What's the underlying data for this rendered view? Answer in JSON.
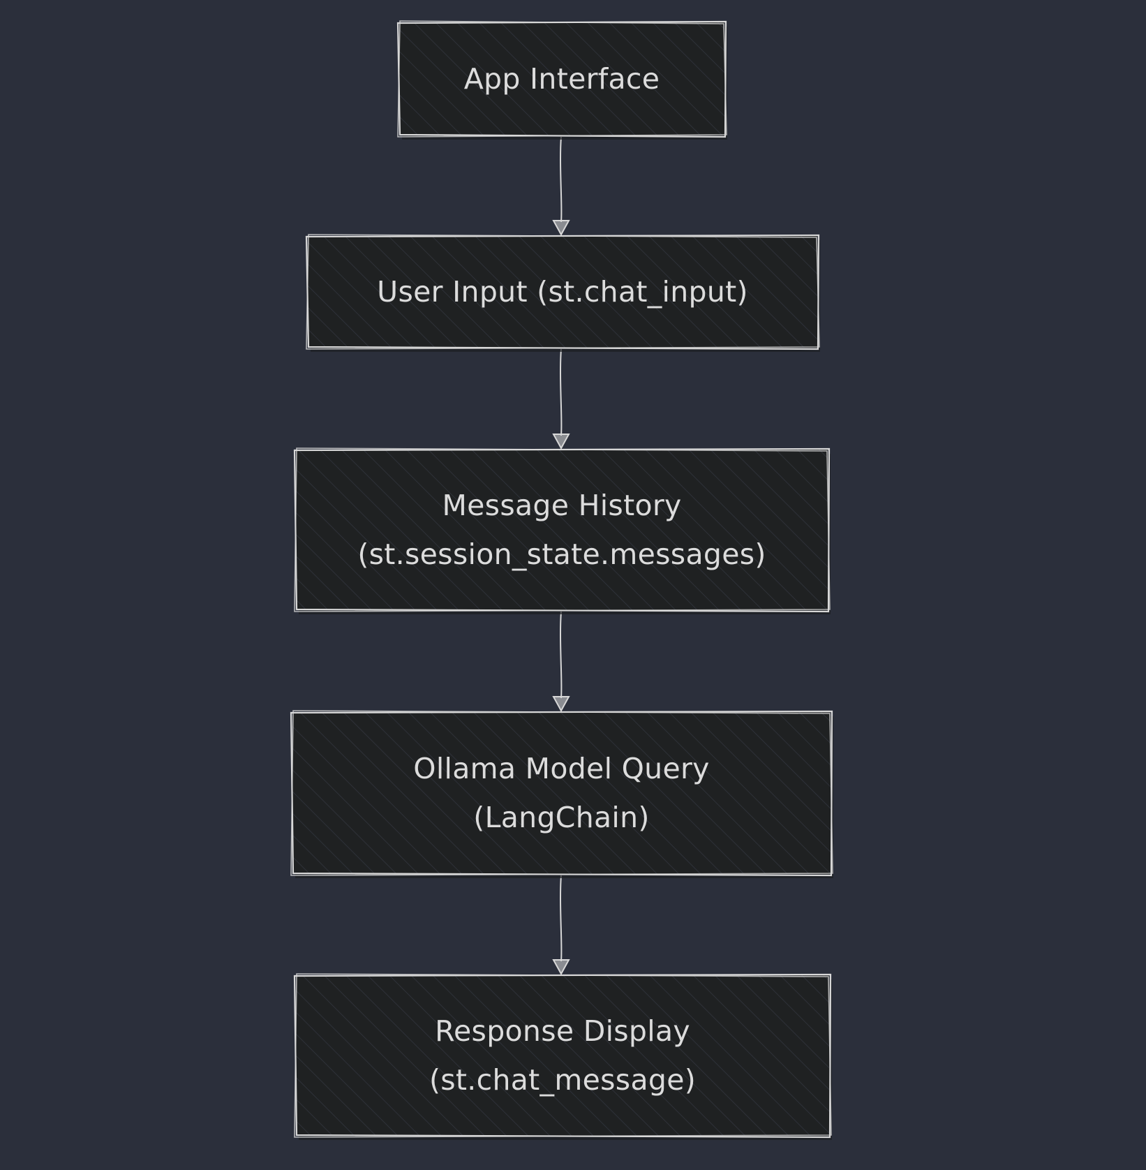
{
  "nodes": [
    {
      "id": "app-interface",
      "lines": [
        "App Interface"
      ]
    },
    {
      "id": "user-input",
      "lines": [
        "User Input (st.chat_input)"
      ]
    },
    {
      "id": "message-history",
      "lines": [
        "Message History",
        "(st.session_state.messages)"
      ]
    },
    {
      "id": "ollama-model-query",
      "lines": [
        "Ollama Model Query",
        "(LangChain)"
      ]
    },
    {
      "id": "response-display",
      "lines": [
        "Response Display",
        "(st.chat_message)"
      ]
    }
  ],
  "edges": [
    {
      "from": "app-interface",
      "to": "user-input"
    },
    {
      "from": "user-input",
      "to": "message-history"
    },
    {
      "from": "message-history",
      "to": "ollama-model-query"
    },
    {
      "from": "ollama-model-query",
      "to": "response-display"
    }
  ],
  "colors": {
    "background": "#2b2f3b",
    "node_fill": "#1f2122",
    "node_stroke": "#d8d8d8",
    "text": "#dcdcdc",
    "edge": "#d8d8d8"
  }
}
